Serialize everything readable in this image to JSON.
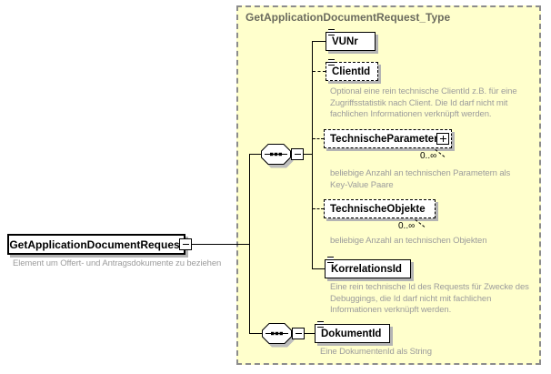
{
  "type_container": {
    "title": "GetApplicationDocumentRequest_Type"
  },
  "root": {
    "name": "GetApplicationDocumentRequest",
    "annotation": "Element um Offert- und Antragsdokumente zu beziehen"
  },
  "children": [
    {
      "name": "VUNr",
      "optional": false
    },
    {
      "name": "ClientId",
      "optional": true,
      "annotation": "Optional eine rein technische ClientId z.B. für eine\nZugriffsstatistik nach Client. Die Id darf nicht mit\nfachlichen Informationen verknüpft werden."
    },
    {
      "name": "TechnischeParameter",
      "optional": true,
      "expandable": true,
      "cardinality": "0..∞",
      "annotation": "beliebige Anzahl an technischen Parametern als\nKey-Value Paare"
    },
    {
      "name": "TechnischeObjekte",
      "optional": true,
      "cardinality": "0..∞",
      "annotation": "beliebige Anzahl an technischen Objekten"
    },
    {
      "name": "KorrelationsId",
      "optional": false,
      "annotation": "Eine rein technische Id des Requests für Zwecke des\nDebuggings, die Id darf nicht mit fachlichen\nInformationen verknüpft werden."
    },
    {
      "name": "DokumentId",
      "optional": false,
      "annotation": "Eine DokumentenId als String"
    }
  ],
  "compositors": [
    {
      "kind": "sequence"
    },
    {
      "kind": "sequence"
    }
  ],
  "colors": {
    "container_fill": "#FFFFCC",
    "container_border": "#8C8C8C",
    "annotation_text": "#9C9C9C",
    "title_text": "#6B6B5E",
    "box_shadow": "#B4B4B4",
    "line": "#000000"
  }
}
